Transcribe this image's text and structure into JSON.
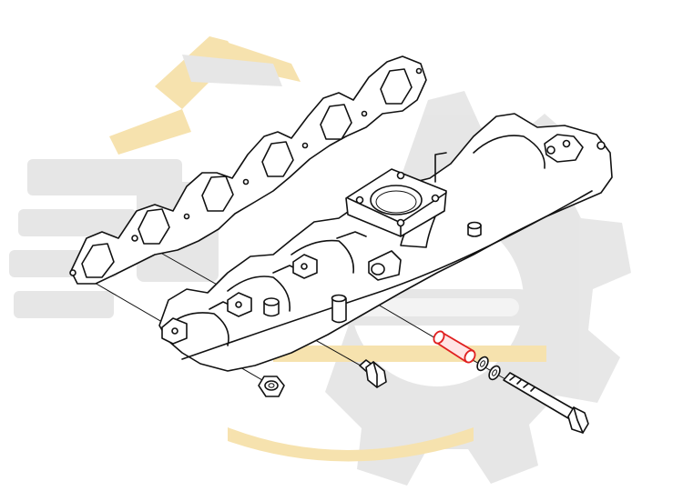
{
  "diagram": {
    "parts": [
      {
        "name": "exhaust-manifold-gasket"
      },
      {
        "name": "exhaust-manifold"
      },
      {
        "name": "turbo-flange"
      },
      {
        "name": "spacer-sleeve",
        "highlighted": true
      },
      {
        "name": "washer"
      },
      {
        "name": "lock-washer"
      },
      {
        "name": "long-bolt"
      },
      {
        "name": "short-bolt"
      },
      {
        "name": "hex-nut"
      }
    ],
    "highlight_color": "#e02020",
    "line_color": "#111111",
    "watermark_gray": "#e4e4e4",
    "watermark_orange": "#f6dfa6"
  }
}
